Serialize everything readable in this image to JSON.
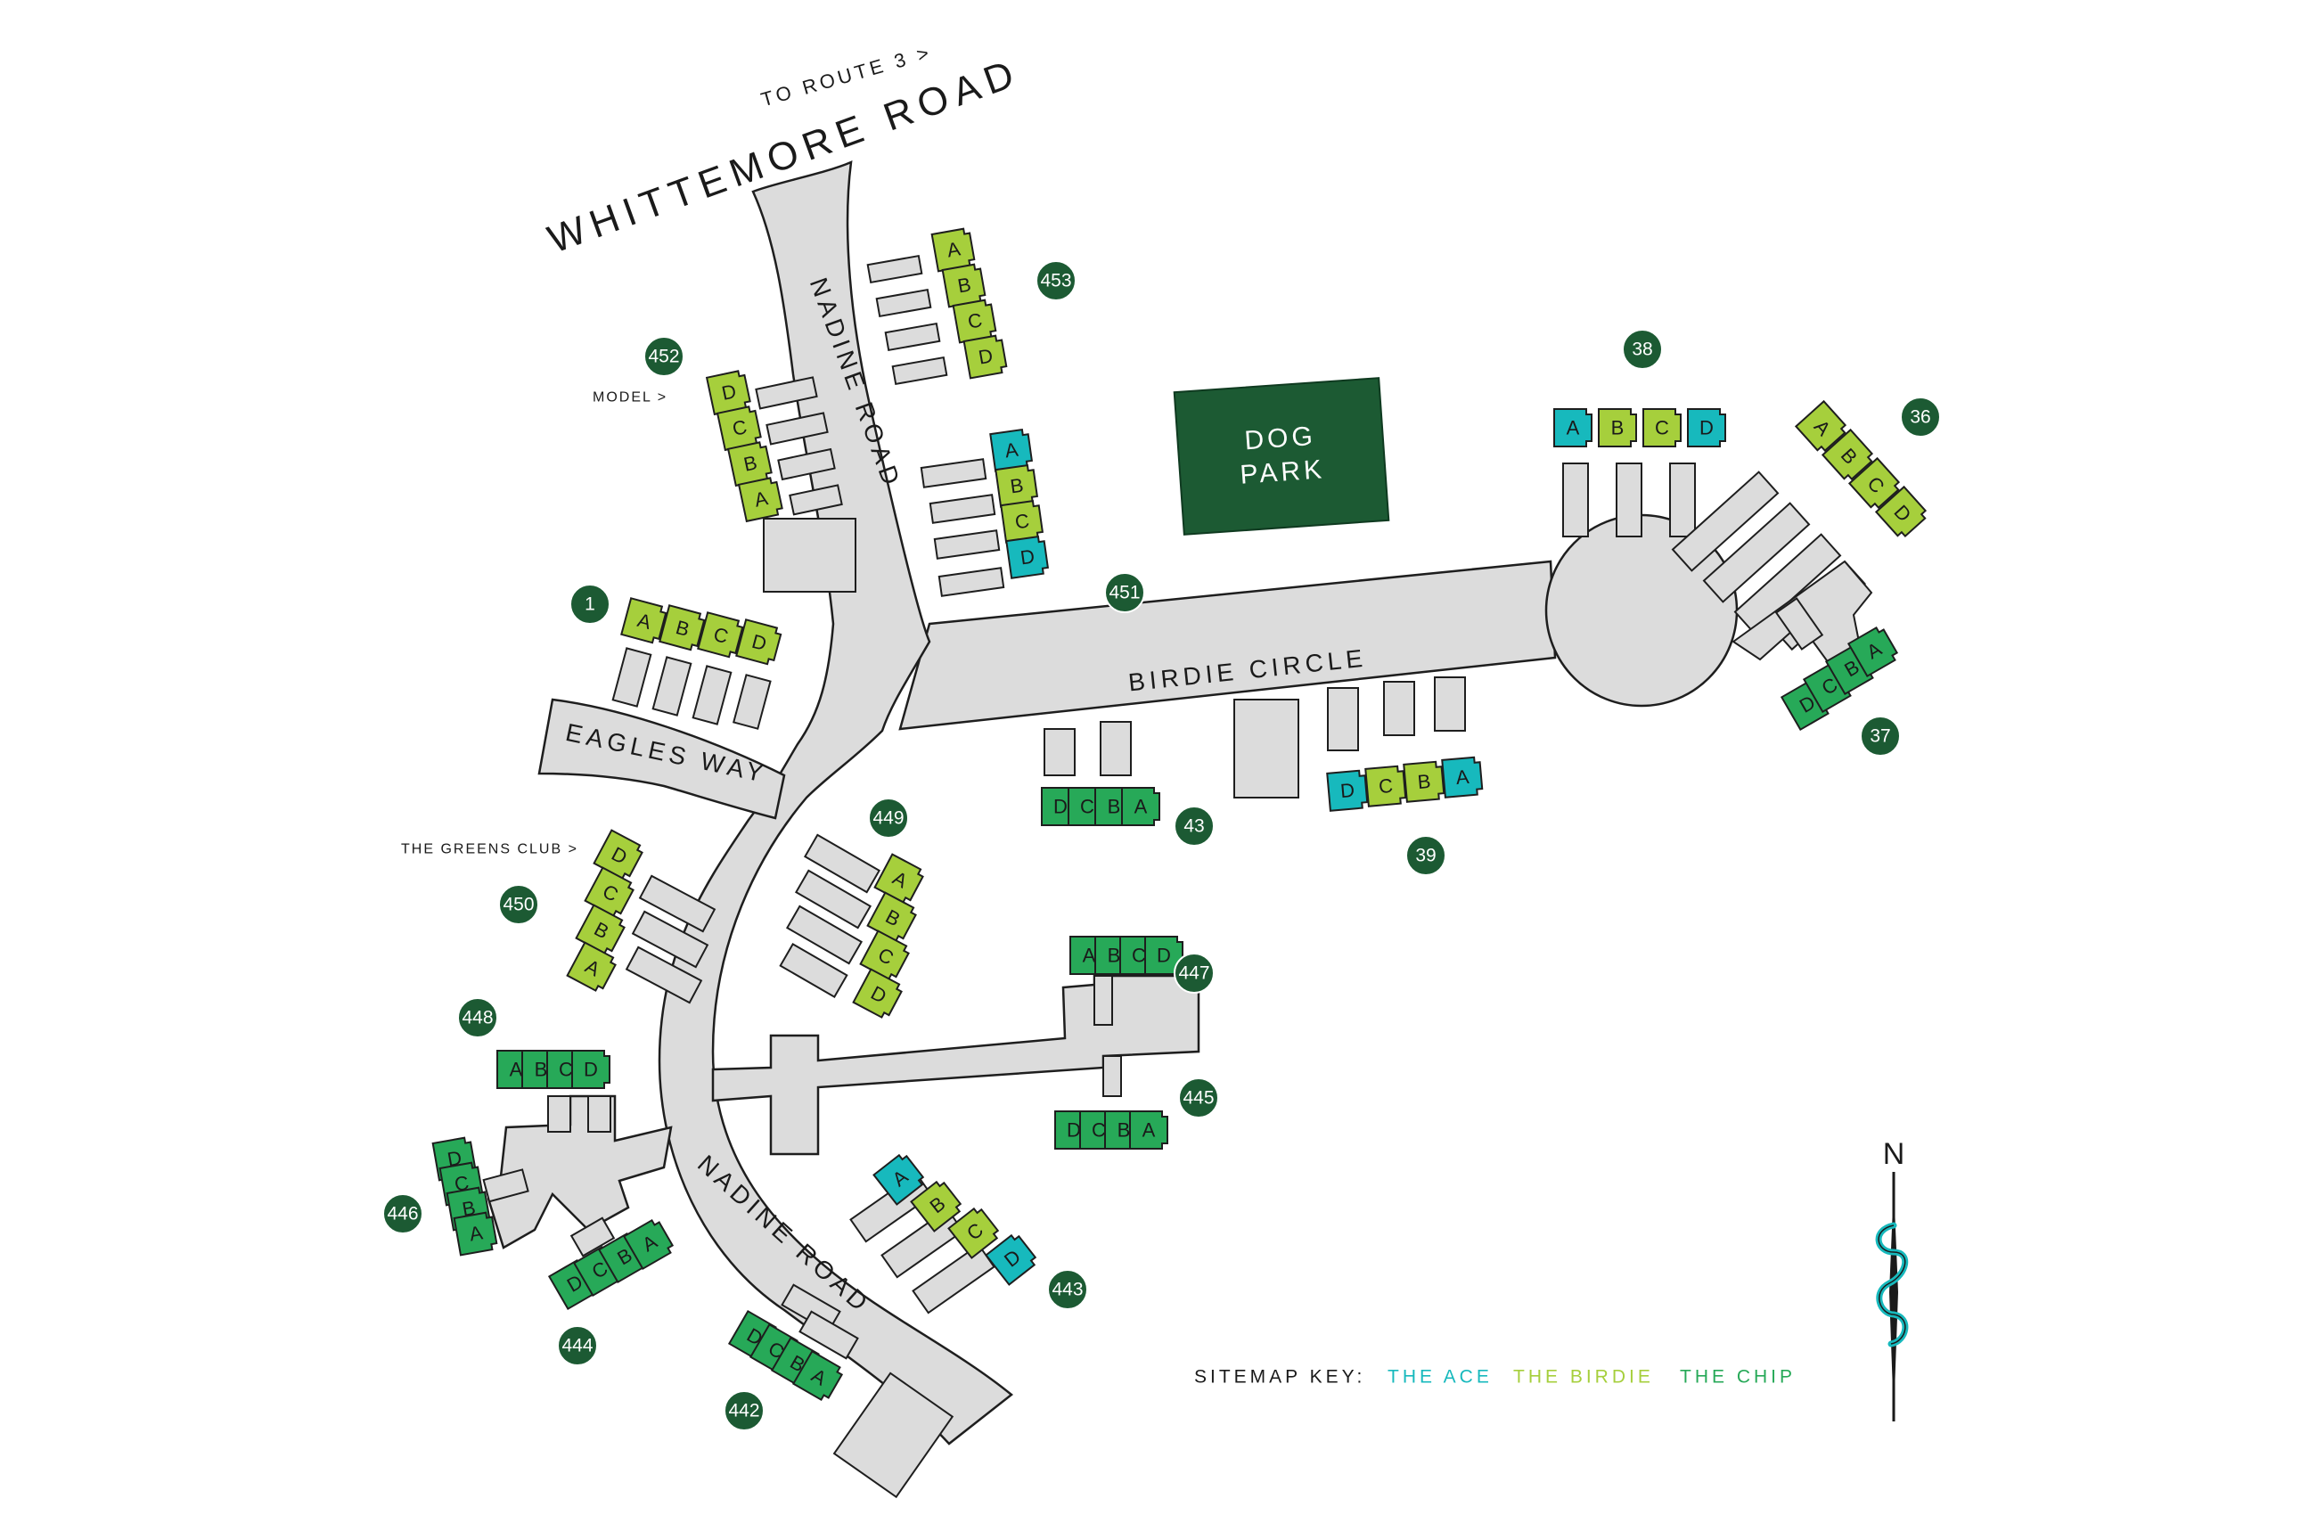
{
  "map": {
    "roads": {
      "whittemore": "WHITTEMORE ROAD",
      "route": "TO ROUTE 3 >",
      "nadine_north": "NADINE ROAD",
      "nadine_south": "NADINE ROAD",
      "birdie_circle": "BIRDIE CIRCLE",
      "eagles_way": "EAGLES WAY"
    },
    "notes": {
      "model": "MODEL >",
      "greens_club": "THE GREENS CLUB >"
    },
    "dog_park": {
      "line1": "DOG",
      "line2": "PARK"
    },
    "colors": {
      "ace": "#17b9bd",
      "birdie": "#a6cf3c",
      "chip": "#27a958",
      "badge": "#1c5a33",
      "dog_park": "#1c5a33",
      "road": "#dcdcdc"
    },
    "buildings": [
      {
        "number": "453",
        "units": [
          {
            "label": "A",
            "type": "birdie"
          },
          {
            "label": "B",
            "type": "birdie"
          },
          {
            "label": "C",
            "type": "birdie"
          },
          {
            "label": "D",
            "type": "birdie"
          }
        ]
      },
      {
        "number": "452",
        "units": [
          {
            "label": "D",
            "type": "birdie"
          },
          {
            "label": "C",
            "type": "birdie"
          },
          {
            "label": "B",
            "type": "birdie"
          },
          {
            "label": "A",
            "type": "birdie"
          }
        ]
      },
      {
        "number": "451",
        "units": [
          {
            "label": "A",
            "type": "ace"
          },
          {
            "label": "B",
            "type": "birdie"
          },
          {
            "label": "C",
            "type": "birdie"
          },
          {
            "label": "D",
            "type": "ace"
          }
        ]
      },
      {
        "number": "1",
        "units": [
          {
            "label": "A",
            "type": "birdie"
          },
          {
            "label": "B",
            "type": "birdie"
          },
          {
            "label": "C",
            "type": "birdie"
          },
          {
            "label": "D",
            "type": "birdie"
          }
        ]
      },
      {
        "number": "38",
        "units": [
          {
            "label": "A",
            "type": "ace"
          },
          {
            "label": "B",
            "type": "birdie"
          },
          {
            "label": "C",
            "type": "birdie"
          },
          {
            "label": "D",
            "type": "ace"
          }
        ]
      },
      {
        "number": "36",
        "units": [
          {
            "label": "A",
            "type": "birdie"
          },
          {
            "label": "B",
            "type": "birdie"
          },
          {
            "label": "C",
            "type": "birdie"
          },
          {
            "label": "D",
            "type": "birdie"
          }
        ]
      },
      {
        "number": "37",
        "units": [
          {
            "label": "D",
            "type": "chip"
          },
          {
            "label": "C",
            "type": "chip"
          },
          {
            "label": "B",
            "type": "chip"
          },
          {
            "label": "A",
            "type": "chip"
          }
        ]
      },
      {
        "number": "43",
        "units": [
          {
            "label": "D",
            "type": "chip"
          },
          {
            "label": "C",
            "type": "chip"
          },
          {
            "label": "B",
            "type": "chip"
          },
          {
            "label": "A",
            "type": "chip"
          }
        ]
      },
      {
        "number": "39",
        "units": [
          {
            "label": "D",
            "type": "ace"
          },
          {
            "label": "C",
            "type": "birdie"
          },
          {
            "label": "B",
            "type": "birdie"
          },
          {
            "label": "A",
            "type": "ace"
          }
        ]
      },
      {
        "number": "449",
        "units": [
          {
            "label": "A",
            "type": "birdie"
          },
          {
            "label": "B",
            "type": "birdie"
          },
          {
            "label": "C",
            "type": "birdie"
          },
          {
            "label": "D",
            "type": "birdie"
          }
        ]
      },
      {
        "number": "450",
        "units": [
          {
            "label": "D",
            "type": "birdie"
          },
          {
            "label": "C",
            "type": "birdie"
          },
          {
            "label": "B",
            "type": "birdie"
          },
          {
            "label": "A",
            "type": "birdie"
          }
        ]
      },
      {
        "number": "447",
        "units": [
          {
            "label": "A",
            "type": "chip"
          },
          {
            "label": "B",
            "type": "chip"
          },
          {
            "label": "C",
            "type": "chip"
          },
          {
            "label": "D",
            "type": "chip"
          }
        ]
      },
      {
        "number": "445",
        "units": [
          {
            "label": "D",
            "type": "chip"
          },
          {
            "label": "C",
            "type": "chip"
          },
          {
            "label": "B",
            "type": "chip"
          },
          {
            "label": "A",
            "type": "chip"
          }
        ]
      },
      {
        "number": "448",
        "units": [
          {
            "label": "A",
            "type": "chip"
          },
          {
            "label": "B",
            "type": "chip"
          },
          {
            "label": "C",
            "type": "chip"
          },
          {
            "label": "D",
            "type": "chip"
          }
        ]
      },
      {
        "number": "446",
        "units": [
          {
            "label": "D",
            "type": "chip"
          },
          {
            "label": "C",
            "type": "chip"
          },
          {
            "label": "B",
            "type": "chip"
          },
          {
            "label": "A",
            "type": "chip"
          }
        ]
      },
      {
        "number": "444",
        "units": [
          {
            "label": "D",
            "type": "chip"
          },
          {
            "label": "C",
            "type": "chip"
          },
          {
            "label": "B",
            "type": "chip"
          },
          {
            "label": "A",
            "type": "chip"
          }
        ]
      },
      {
        "number": "443",
        "units": [
          {
            "label": "A",
            "type": "ace"
          },
          {
            "label": "B",
            "type": "birdie"
          },
          {
            "label": "C",
            "type": "birdie"
          },
          {
            "label": "D",
            "type": "ace"
          }
        ]
      },
      {
        "number": "442",
        "units": [
          {
            "label": "D",
            "type": "chip"
          },
          {
            "label": "C",
            "type": "chip"
          },
          {
            "label": "B",
            "type": "chip"
          },
          {
            "label": "A",
            "type": "chip"
          }
        ]
      }
    ],
    "legend": {
      "title": "SITEMAP KEY:",
      "items": [
        {
          "label": "THE ACE",
          "color": "#17b9bd"
        },
        {
          "label": "THE BIRDIE",
          "color": "#a6cf3c"
        },
        {
          "label": "THE CHIP",
          "color": "#27a958"
        }
      ]
    },
    "compass": {
      "label": "N"
    }
  }
}
